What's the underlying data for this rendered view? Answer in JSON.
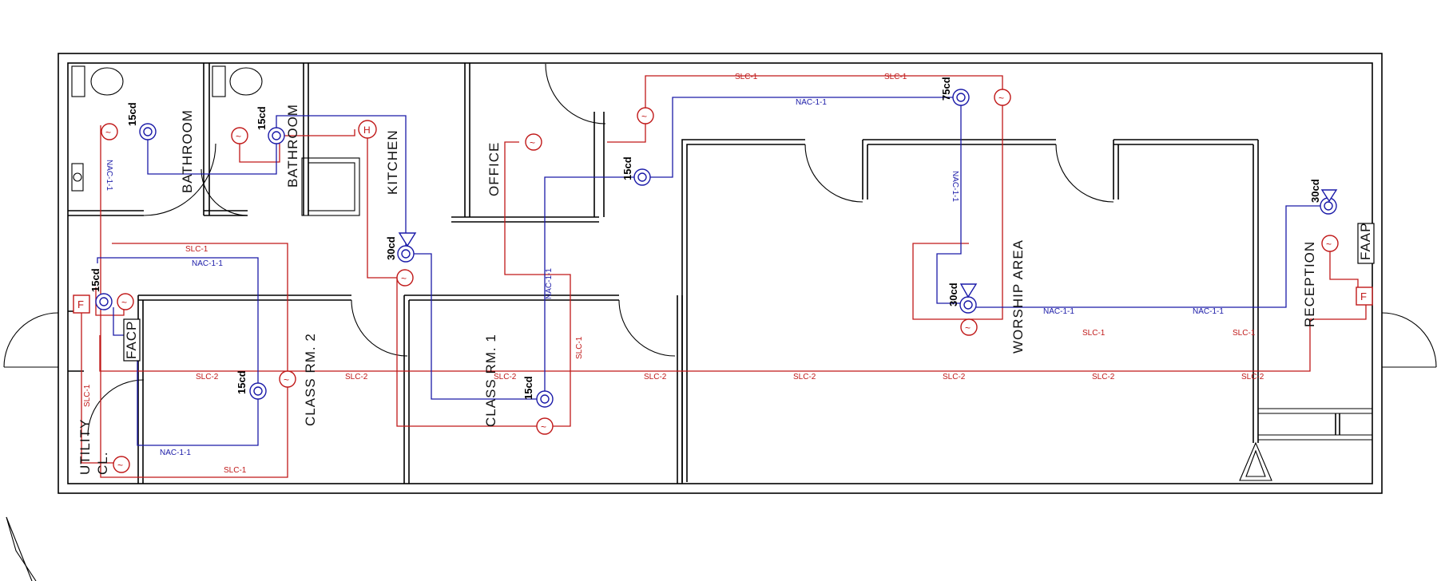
{
  "rooms": {
    "bathroom_1": "BATHROOM",
    "bathroom_2": "BATHROOM",
    "kitchen": "KITCHEN",
    "office": "OFFICE",
    "class_rm_2": "CLASS RM. 2",
    "class_rm_1": "CLASS RM. 1",
    "worship_area": "WORSHIP AREA",
    "reception": "RECEPTION",
    "utility": "UTILITY",
    "closet": "CL."
  },
  "panels": {
    "facp": "FACP",
    "faap": "FAAP",
    "pull_station": "F",
    "heat_detector": "H"
  },
  "strobes": {
    "s15_bath1": "15cd",
    "s15_bath2": "15cd",
    "s30_kitchen": "30cd",
    "s15_office": "15cd",
    "s75_top": "75cd",
    "s30_reception": "30cd",
    "s15_utility": "15cd",
    "s15_classrm2": "15cd",
    "s15_classrm1": "15cd",
    "s30_worship": "30cd"
  },
  "wires": {
    "slc1": "SLC-1",
    "slc2": "SLC-2",
    "nac11": "NAC-1-1",
    "nac1": "NAC-1-1"
  },
  "colors": {
    "slc": "#c01818",
    "nac": "#1a1aa8",
    "wall": "#000000"
  },
  "icons": {
    "smoke": "smoke-detector-icon",
    "strobe": "horn-strobe-icon",
    "heat": "heat-detector-icon",
    "pull": "pull-station-icon"
  }
}
